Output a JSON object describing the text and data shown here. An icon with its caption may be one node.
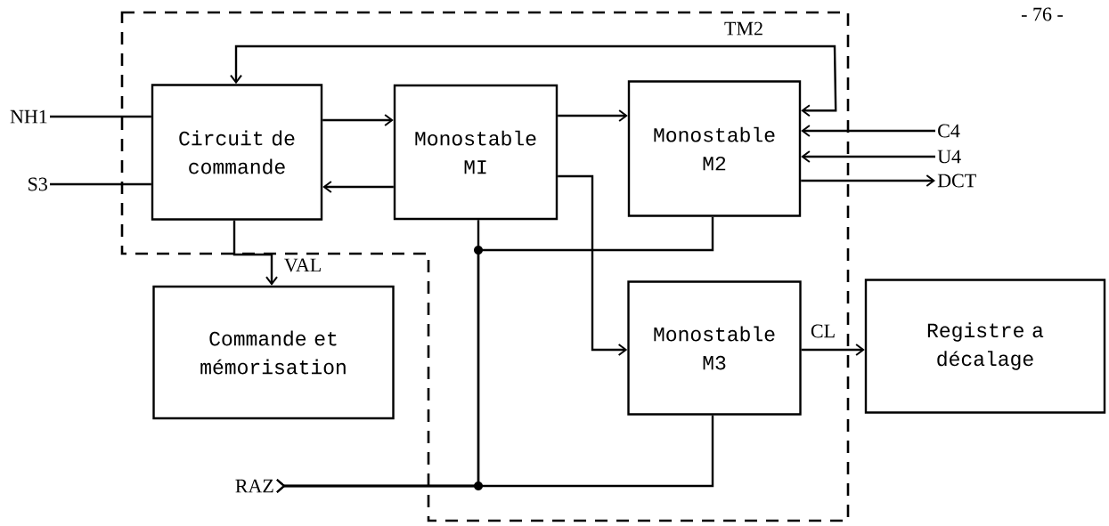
{
  "diagram": {
    "nodes": [
      {
        "text": [
          "Circuit de commande"
        ]
      },
      {
        "text": [
          "Monostable MI"
        ]
      },
      {
        "text": [
          "Monostable M2"
        ]
      },
      {
        "text": [
          "Commande et mémorisation"
        ]
      },
      {
        "text": [
          "Monostable M3"
        ]
      },
      {
        "text": [
          "Registre a décalage"
        ]
      },
      {
        "text": [
          "NH1"
        ]
      },
      {
        "text": [
          "S3"
        ]
      },
      {
        "text": [
          "C4"
        ]
      },
      {
        "text": [
          "U4"
        ]
      },
      {
        "text": [
          "DCT"
        ]
      },
      {
        "text": [
          "RAZ"
        ]
      }
    ],
    "edges": [
      {
        "from": 6,
        "to": 0,
        "arrow": "none"
      },
      {
        "from": 7,
        "to": 0,
        "arrow": "none"
      },
      {
        "from": 0,
        "to": 1,
        "arrow": "to"
      },
      {
        "from": 1,
        "to": 0,
        "arrow": "to"
      },
      {
        "from": 1,
        "to": 2,
        "arrow": "to"
      },
      {
        "from": 2,
        "to": 0,
        "arrow": "both",
        "label": "TM2"
      },
      {
        "from": 8,
        "to": 2,
        "arrow": "to"
      },
      {
        "from": 9,
        "to": 2,
        "arrow": "to"
      },
      {
        "from": 2,
        "to": 10,
        "arrow": "to"
      },
      {
        "from": 1,
        "to": 4,
        "arrow": "to"
      },
      {
        "from": 0,
        "to": 3,
        "arrow": "to",
        "label": "VAL"
      },
      {
        "from": 4,
        "to": 5,
        "arrow": "to",
        "label": "CL"
      },
      {
        "from": 11,
        "to": 1,
        "arrow": "other"
      },
      {
        "from": 11,
        "to": 2,
        "arrow": "other"
      },
      {
        "from": 11,
        "to": 4,
        "arrow": "other"
      }
    ],
    "labels": [
      "- 76 -"
    ]
  }
}
